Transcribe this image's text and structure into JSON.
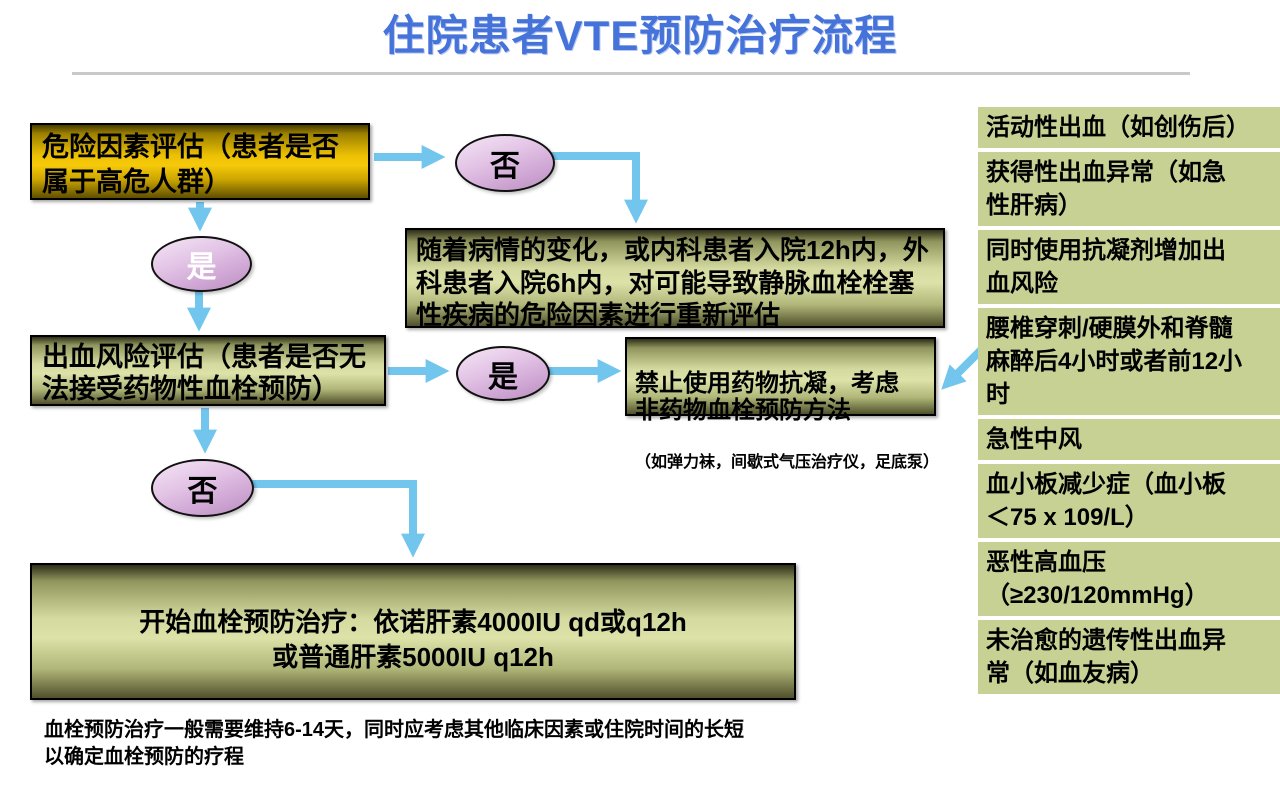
{
  "title": {
    "text": "住院患者VTE预防治疗流程"
  },
  "flow": {
    "risk_box": "危险因素评估（患者是否\n属于高危人群）",
    "no1": "否",
    "yes1": "是",
    "reassess_box": "随着病情的变化，或内科患者入院12h内，外\n科患者入院6h内，对可能导致静脉血栓栓塞\n性疾病的危险因素进行重新评估",
    "bleed_box": "出血风险评估（患者是否无\n法接受药物性血栓预防）",
    "yes2": "是",
    "no2": "否",
    "forbid_box_main": "禁止使用药物抗凝，考虑\n非药物血栓预防方法",
    "forbid_box_note": "（如弹力袜，间歇式气压治疗仪，足底泵）",
    "treat_lines": "开始血栓预防治疗：依诺肝素4000IU qd或q12h\n或普通肝素5000IU q12h",
    "treat_note": "血栓预防治疗一般需要维持6-14天，同时应考虑其他临床因素或住院时间的长短\n以确定血栓预防的疗程"
  },
  "contraindications": {
    "items": [
      "活动性出血（如创伤后）",
      "获得性出血异常（如急\n性肝病）",
      "同时使用抗凝剂增加出\n血风险",
      "腰椎穿刺/硬膜外和脊髓\n麻醉后4小时或者前12小\n时",
      "急性中风",
      "血小板减少症（血小板\n＜75 x 109/L）",
      "恶性高血压\n（≥230/120mmHg）",
      "未治愈的遗传性出血异\n常（如血友病）"
    ]
  },
  "colors": {
    "title_blue": "#4573d9",
    "arrow_blue": "#72C6EE",
    "gold_box": "#f0c300",
    "olive_box": "#d8dea4",
    "panel_item_bg": "#c6d193",
    "ellipse_pink": "#d9b2dc"
  }
}
